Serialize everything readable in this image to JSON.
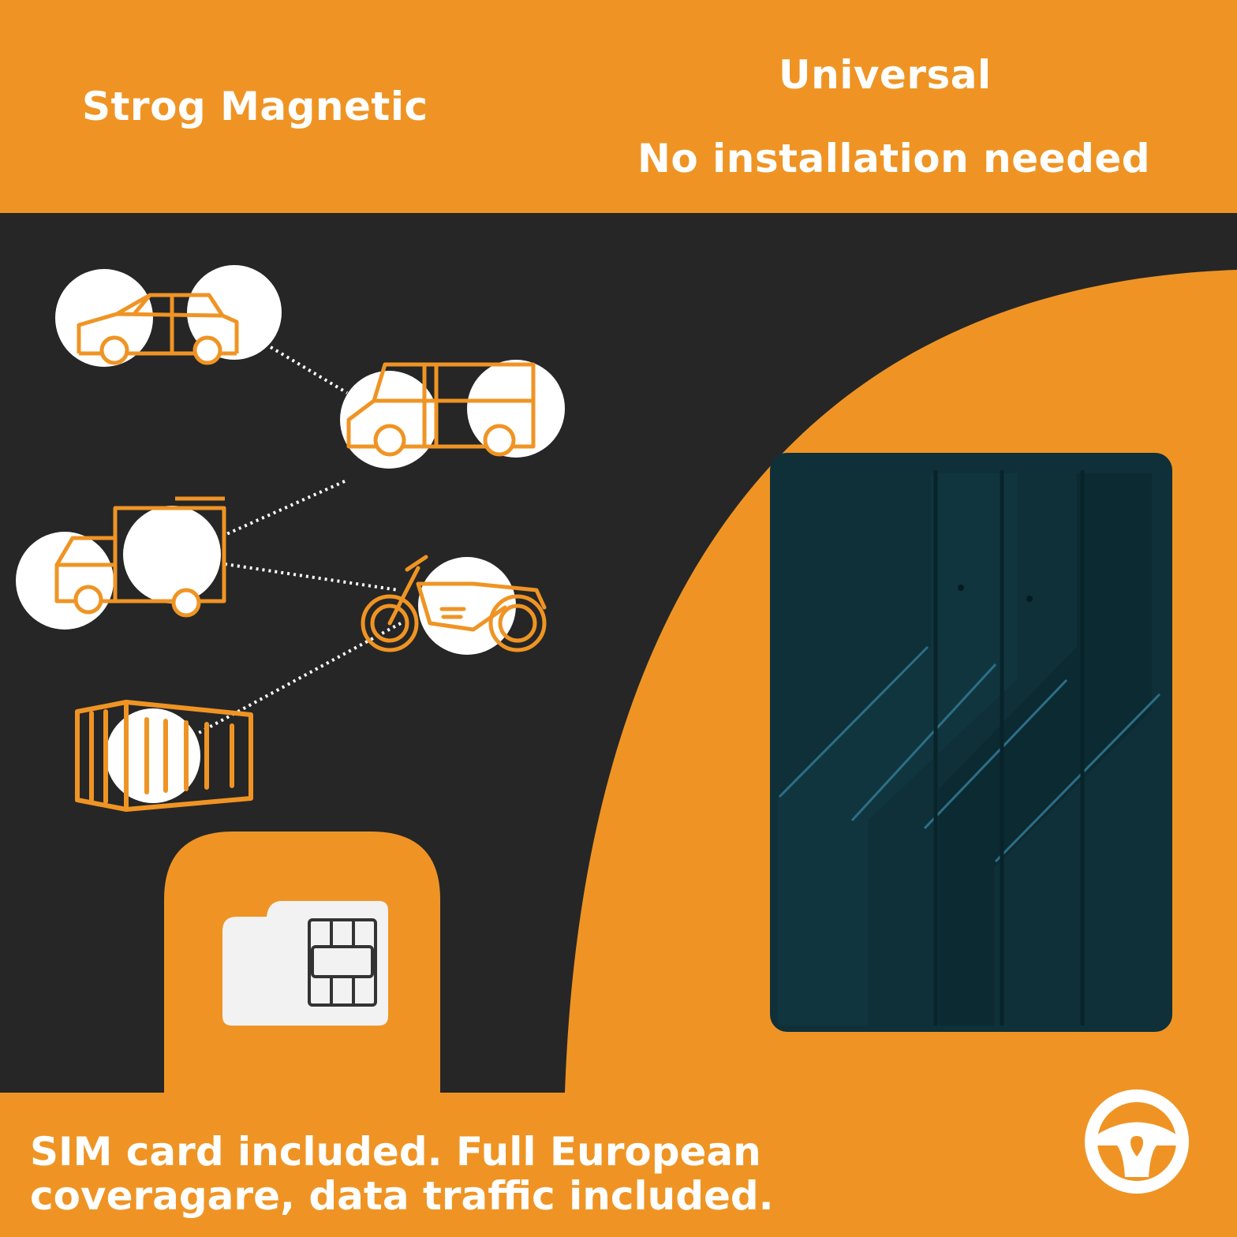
{
  "header": {
    "left_text": "Strog Magnetic",
    "right_line1": "Universal",
    "right_line2": "No installation needed"
  },
  "footer": {
    "line1": "SIM card included. Full European",
    "line2": "coveragare, data traffic included."
  },
  "icons": [
    "car-icon",
    "van-icon",
    "truck-icon",
    "motorcycle-icon",
    "container-icon",
    "sim-card-icon",
    "steering-wheel-location-icon"
  ],
  "colors": {
    "accent_orange": "#ef9424",
    "dark_background": "#262626",
    "device_teal": "#0f3038",
    "white": "#ffffff"
  }
}
